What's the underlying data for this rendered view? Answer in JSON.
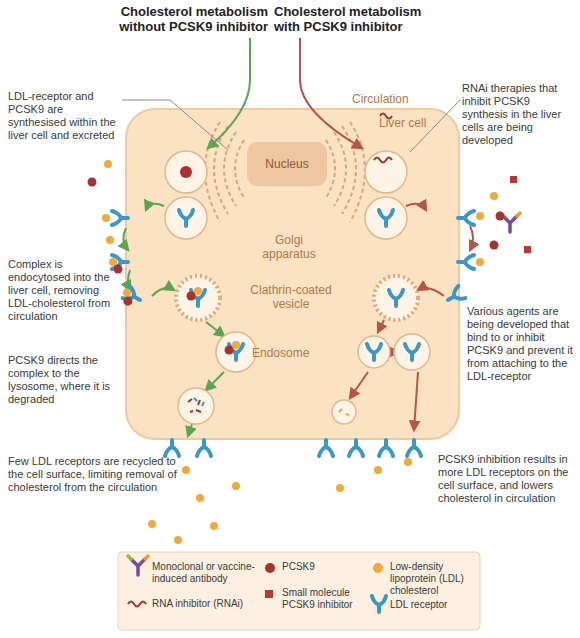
{
  "diagram": {
    "nodes": [
      {
        "text": [
          "Liver cell"
        ]
      },
      {
        "text": [
          "Nucleus"
        ],
        "in": 0
      }
    ],
    "labels": [
      "Cholesterol metabolism without PCSK9 inhibitor",
      "Cholesterol metabolism with PCSK9 inhibitor",
      "LDL-receptor and PCSK9 are synthesised within the liver cell and excreted",
      "Circulation",
      "RNAi therapies that inhibit PCSK9 synthesis in the liver cells are being developed",
      "Golgi apparatus",
      "Clathrin-coated vesicle",
      "Complex is endocytosed into the liver cell, removing LDL-cholesterol from circulation",
      "Various agents are being developed that bind to or inhibit PCSK9 and prevent it from attaching to the LDL-receptor",
      "Endosome",
      "PCSK9 directs the complex to the lysosome, where it is degraded",
      "Few LDL receptors are recycled to the cell surface, limiting removal of cholesterol from the circulation",
      "PCSK9 inhibition results in more LDL receptors on the cell surface, and lowers cholesterol in circulation"
    ],
    "legend": [
      {
        "text": "Monoclonal or vaccine-induced antibody"
      },
      {
        "text": "PCSK9",
        "color": "#a8322d"
      },
      {
        "text": "Low-density lipoprotein (LDL) cholesterol",
        "color": "#f2a93b"
      },
      {
        "text": "RNA inhibitor (RNAi)"
      },
      {
        "text": "Small molecule PCSK9 inhibitor",
        "color": "#b83a30"
      },
      {
        "text": "LDL receptor"
      }
    ]
  }
}
